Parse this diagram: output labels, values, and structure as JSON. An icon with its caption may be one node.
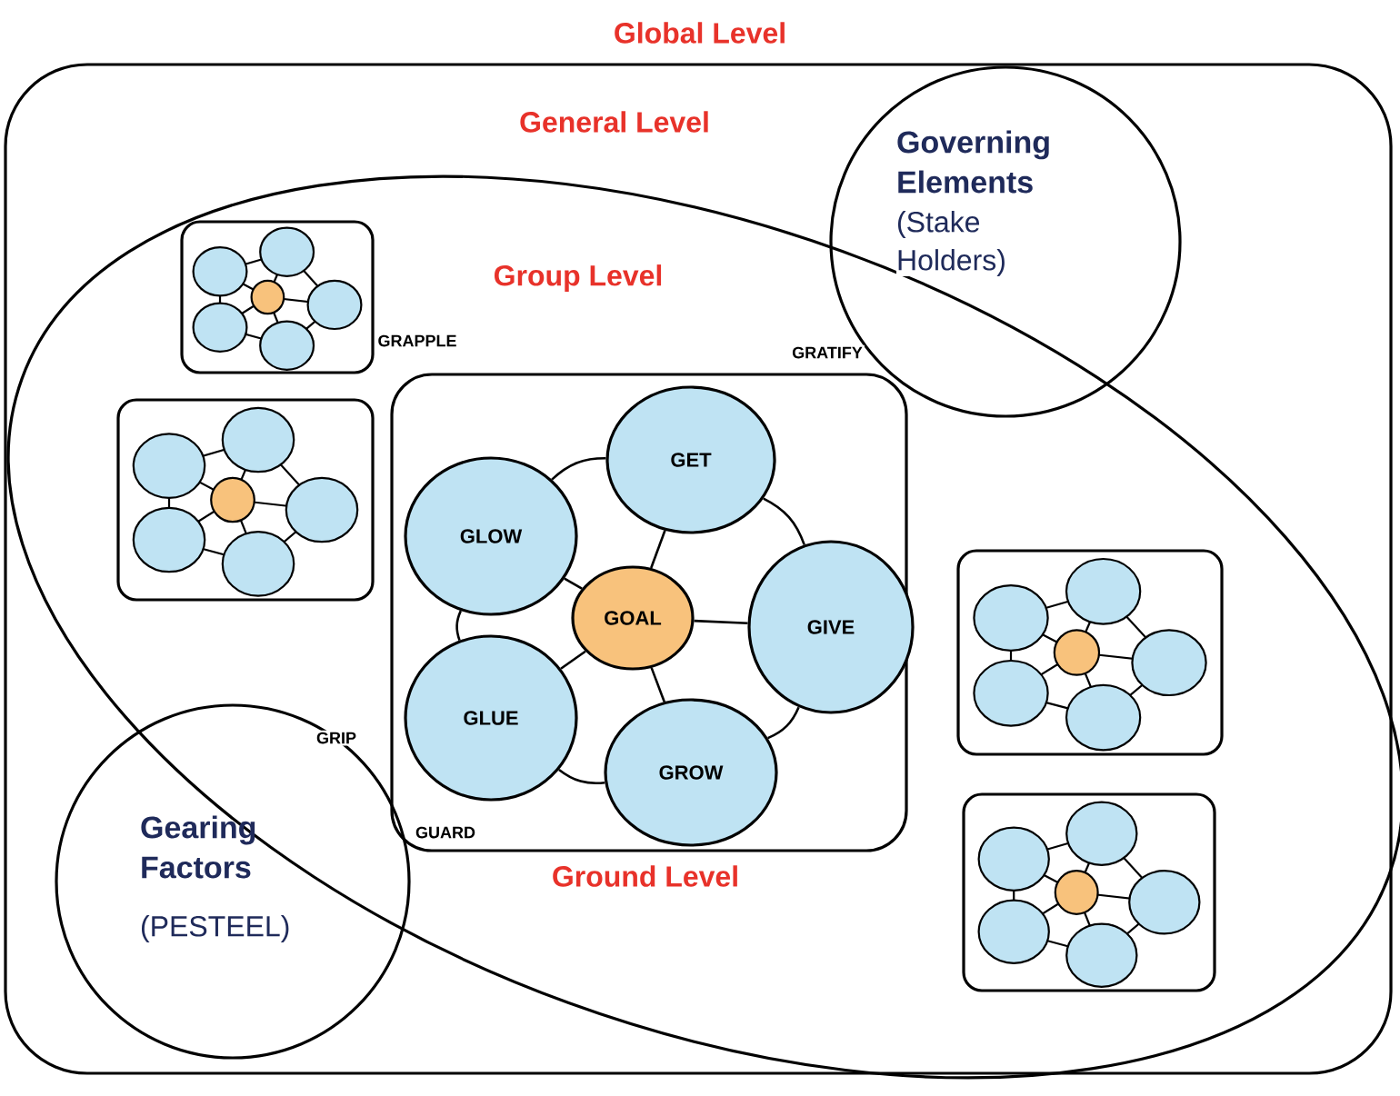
{
  "diagram": {
    "nodes": [
      {
        "text": [
          "Global Level",
          "General Level"
        ]
      },
      {
        "text": [
          "Group Level"
        ],
        "in": 0
      },
      {
        "text": [
          "Governing Elements",
          "(Stake Holders)"
        ],
        "in": 0
      },
      {
        "text": [],
        "shape": "picture",
        "in": 1,
        "beside": [
          "GRAPPLE"
        ]
      },
      {
        "text": [],
        "shape": "picture",
        "in": 1
      },
      {
        "text": [
          "Ground Level"
        ],
        "in": 1
      },
      {
        "text": [
          "GET"
        ],
        "in": 5
      },
      {
        "text": [
          "GLOW"
        ],
        "in": 5
      },
      {
        "text": [
          "GOAL"
        ],
        "in": 5
      },
      {
        "text": [
          "GIVE"
        ],
        "in": 5
      },
      {
        "text": [
          "GLUE"
        ],
        "in": 5
      },
      {
        "text": [
          "GROW"
        ],
        "in": 5
      },
      {
        "text": [],
        "shape": "picture",
        "in": 1
      },
      {
        "text": [],
        "shape": "picture",
        "in": 1
      },
      {
        "text": [
          "Gearing Factors",
          "(PESTEEL)"
        ],
        "in": 0
      }
    ],
    "edges": [
      {
        "from": 8,
        "to": 6,
        "arrow": "none"
      },
      {
        "from": 8,
        "to": 7,
        "arrow": "none"
      },
      {
        "from": 8,
        "to": 9,
        "arrow": "none"
      },
      {
        "from": 8,
        "to": 10,
        "arrow": "none"
      },
      {
        "from": 8,
        "to": 11,
        "arrow": "none"
      },
      {
        "from": 7,
        "to": 6,
        "arrow": "none"
      },
      {
        "from": 6,
        "to": 9,
        "arrow": "none"
      },
      {
        "from": 9,
        "to": 11,
        "arrow": "none"
      },
      {
        "from": 11,
        "to": 10,
        "arrow": "none"
      },
      {
        "from": 10,
        "to": 7,
        "arrow": "none"
      }
    ],
    "labels": [
      "GRATIFY",
      "GRIP",
      "GUARD"
    ]
  }
}
